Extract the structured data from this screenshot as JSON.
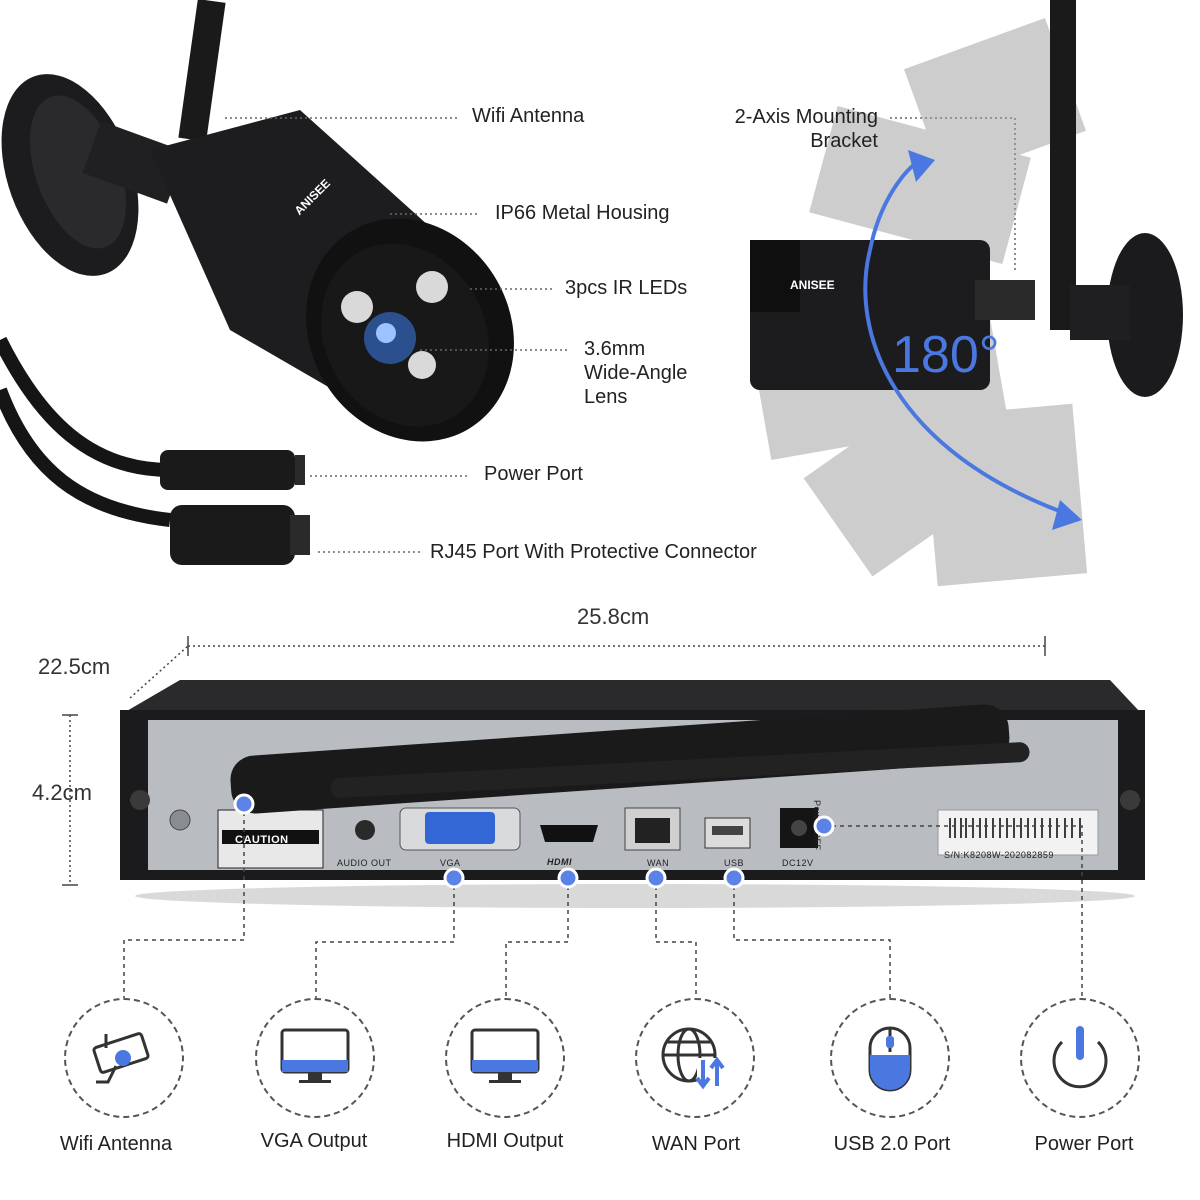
{
  "camera_callouts": {
    "wifi_antenna": "Wifi Antenna",
    "housing": "IP66 Metal Housing",
    "ir_leds": "3pcs IR LEDs",
    "lens_line1": "3.6mm",
    "lens_line2": "Wide-Angle",
    "lens_line3": "Lens",
    "power_port": "Power Port",
    "rj45": "RJ45 Port With Protective Connector"
  },
  "bracket": {
    "line1": "2-Axis Mounting",
    "line2": "Bracket",
    "angle": "180°"
  },
  "brand_logo": "ANISEE",
  "dimensions": {
    "width": "25.8cm",
    "depth": "22.5cm",
    "height": "4.2cm"
  },
  "nvr_panel": {
    "caution": "CAUTION",
    "audio_out": "AUDIO OUT",
    "vga": "VGA",
    "hdmi": "HDMI",
    "wan": "WAN",
    "usb": "USB",
    "dc": "DC12V",
    "power": "Power OFF",
    "serial": "S/N:K8208W-202082859"
  },
  "features": [
    {
      "label": "Wifi Antenna",
      "icon": "antenna-camera-icon"
    },
    {
      "label": "VGA Output",
      "icon": "monitor-icon"
    },
    {
      "label": "HDMI Output",
      "icon": "monitor-icon"
    },
    {
      "label": "WAN Port",
      "icon": "globe-transfer-icon"
    },
    {
      "label": "USB 2.0 Port",
      "icon": "mouse-icon"
    },
    {
      "label": "Power Port",
      "icon": "power-icon"
    }
  ],
  "colors": {
    "accent": "#4a78e0",
    "dot": "#5b82e6",
    "panel": "#b9bdc2",
    "device": "#1b1b1d"
  }
}
